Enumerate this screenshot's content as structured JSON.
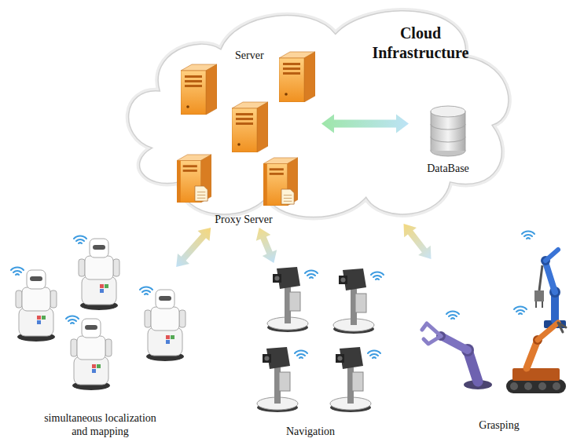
{
  "diagram": {
    "nodes": [
      {
        "text": [
          "Cloud Infrastructure"
        ]
      },
      {
        "text": [
          "Server"
        ],
        "in": 0
      },
      {
        "text": [
          "Proxy Server"
        ],
        "in": 0
      },
      {
        "text": [
          "DataBase"
        ],
        "in": 0
      },
      {
        "text": [
          "simultaneous localization and mapping"
        ]
      },
      {
        "text": [
          "Navigation"
        ]
      },
      {
        "text": [
          "Grasping"
        ]
      }
    ],
    "edges": [
      {
        "from": 1,
        "to": 3,
        "arrow": "both"
      },
      {
        "from": 2,
        "to": 4,
        "arrow": "both"
      },
      {
        "from": 2,
        "to": 5,
        "arrow": "both"
      },
      {
        "from": 0,
        "to": 6,
        "arrow": "both"
      }
    ]
  }
}
